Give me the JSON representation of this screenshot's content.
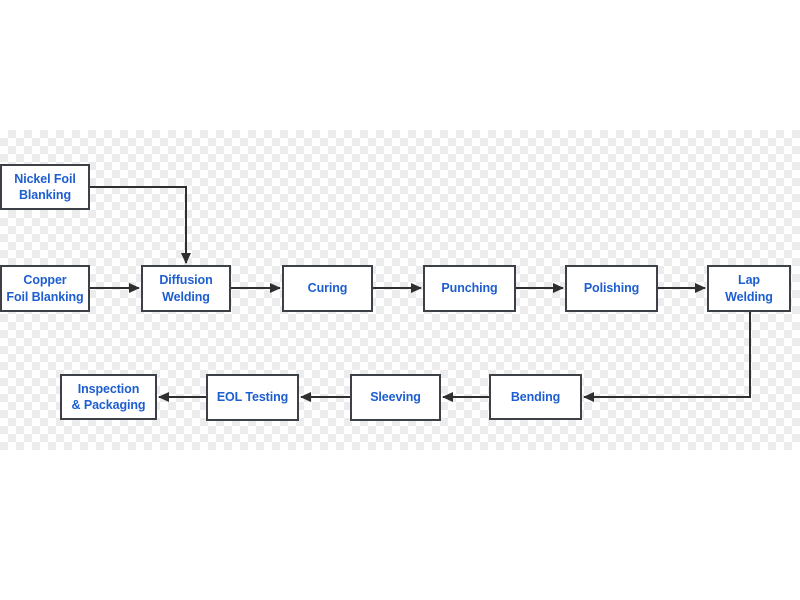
{
  "diagram": {
    "type": "flowchart",
    "background": "transparency-checkerboard",
    "nodes": [
      {
        "id": "nickel-foil-blanking",
        "label": "Nickel Foil\nBlanking"
      },
      {
        "id": "copper-foil-blanking",
        "label": "Copper\nFoil Blanking"
      },
      {
        "id": "diffusion-welding",
        "label": "Diffusion\nWelding"
      },
      {
        "id": "curing",
        "label": "Curing"
      },
      {
        "id": "punching",
        "label": "Punching"
      },
      {
        "id": "polishing",
        "label": "Polishing"
      },
      {
        "id": "lap-welding",
        "label": "Lap\nWelding"
      },
      {
        "id": "bending",
        "label": "Bending"
      },
      {
        "id": "sleeving",
        "label": "Sleeving"
      },
      {
        "id": "eol-testing",
        "label": "EOL Testing"
      },
      {
        "id": "inspection-packaging",
        "label": "Inspection\n& Packaging"
      }
    ],
    "edges": [
      {
        "from": "nickel-foil-blanking",
        "to": "diffusion-welding"
      },
      {
        "from": "copper-foil-blanking",
        "to": "diffusion-welding"
      },
      {
        "from": "diffusion-welding",
        "to": "curing"
      },
      {
        "from": "curing",
        "to": "punching"
      },
      {
        "from": "punching",
        "to": "polishing"
      },
      {
        "from": "polishing",
        "to": "lap-welding"
      },
      {
        "from": "lap-welding",
        "to": "bending"
      },
      {
        "from": "bending",
        "to": "sleeving"
      },
      {
        "from": "sleeving",
        "to": "eol-testing"
      },
      {
        "from": "eol-testing",
        "to": "inspection-packaging"
      }
    ],
    "colors": {
      "node_text": "#1d5ed0",
      "node_border": "#3c4148",
      "node_fill": "#ffffff",
      "arrow": "#2f2f2f",
      "checker_gray": "#ececec",
      "checker_light": "#ffffff"
    }
  }
}
